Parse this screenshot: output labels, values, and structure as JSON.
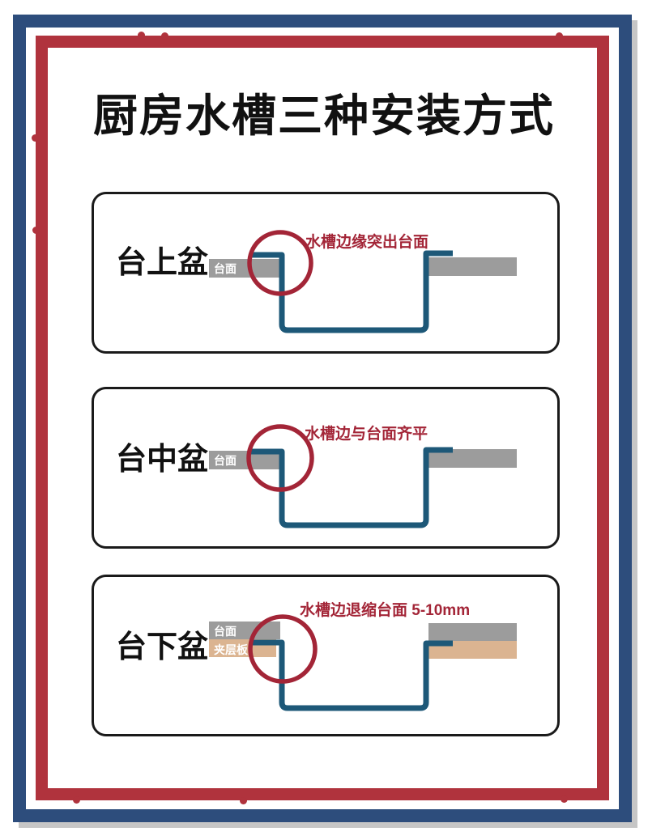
{
  "title": "厨房水槽三种安装方式",
  "colors": {
    "frame_blue": "#2d4d7c",
    "frame_red": "#b0333d",
    "annotation_red": "#a32537",
    "sink_blue": "#1d5878",
    "counter_gray": "#9c9c9c",
    "laminate_tan": "#dbb491"
  },
  "panels": [
    {
      "label": "台上盆",
      "annotation": "水槽边缘突出台面",
      "counter_label": "台面",
      "mount_type": "rim sits above countertop"
    },
    {
      "label": "台中盆",
      "annotation": "水槽边与台面齐平",
      "counter_label": "台面",
      "mount_type": "rim flush with countertop"
    },
    {
      "label": "台下盆",
      "annotation": "水槽边退缩台面 5-10mm",
      "counter_label": "台面",
      "sublayer_label": "夹层板",
      "mount_type": "rim recessed below countertop"
    }
  ]
}
